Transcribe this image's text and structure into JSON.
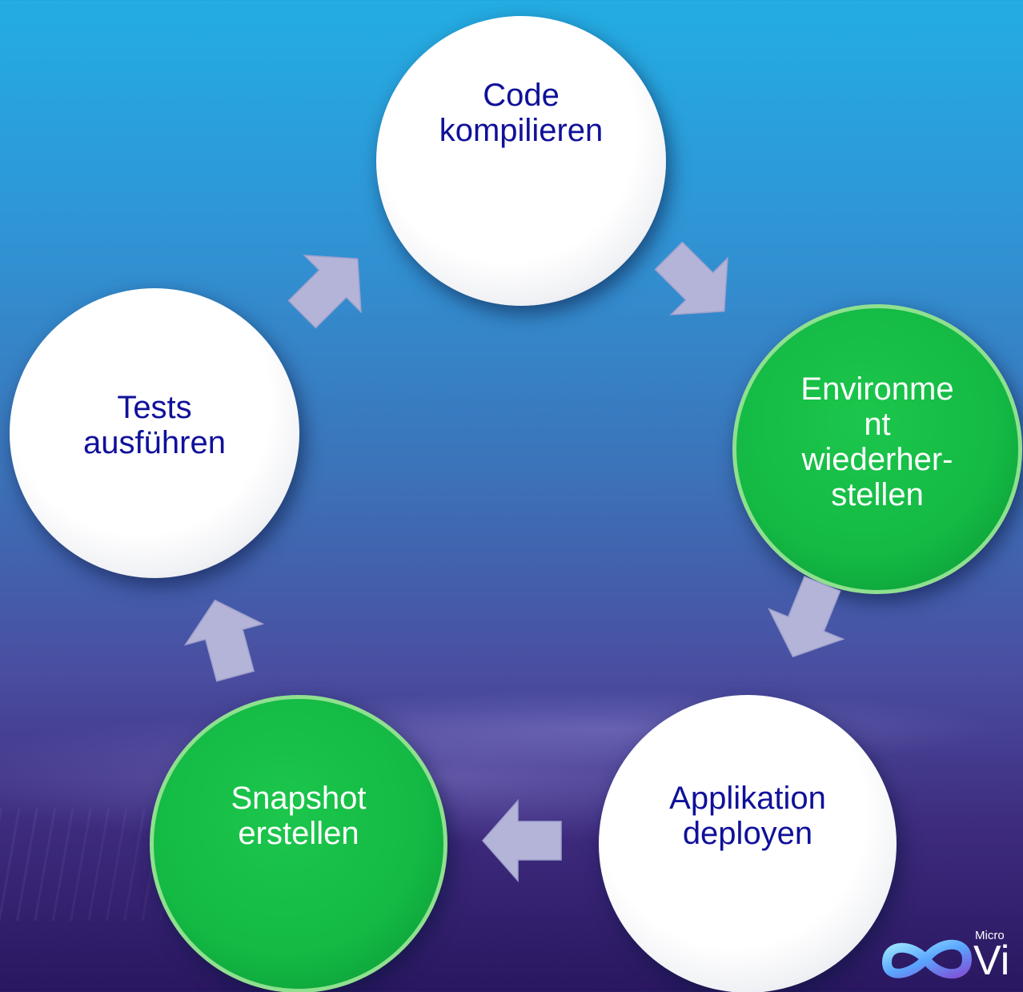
{
  "nodes": [
    {
      "id": "code",
      "label": "Code kompilieren",
      "style": "white"
    },
    {
      "id": "environment",
      "label": "Environme nt wiederher-stellen",
      "style": "green"
    },
    {
      "id": "deploy",
      "label": "Applikation deployen",
      "style": "white"
    },
    {
      "id": "snapshot",
      "label": "Snapshot erstellen",
      "style": "green"
    },
    {
      "id": "tests",
      "label": "Tests ausführen",
      "style": "white"
    }
  ],
  "logo": {
    "small_text": "Micro",
    "big_text": "Vi"
  },
  "colors": {
    "node_text_dark": "#10109a",
    "node_text_light": "#ffffff",
    "node_green": "#13b943",
    "node_green_border": "#8fe08f",
    "arrow_fill": "#b3b4d8",
    "background_top": "#23ade2",
    "background_bottom": "#2a1760"
  }
}
